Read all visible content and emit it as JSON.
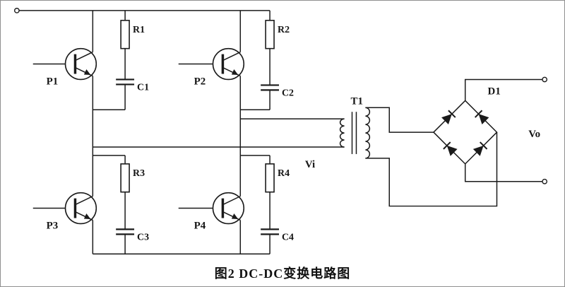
{
  "figure": {
    "caption": "图2  DC-DC变换电路图"
  },
  "labels": {
    "transistors": {
      "p1": "P1",
      "p2": "P2",
      "p3": "P3",
      "p4": "P4"
    },
    "resistors": {
      "r1": "R1",
      "r2": "R2",
      "r3": "R3",
      "r4": "R4"
    },
    "capacitors": {
      "c1": "C1",
      "c2": "C2",
      "c3": "C3",
      "c4": "C4"
    },
    "transformer": "T1",
    "diode_bridge": "D1",
    "input_voltage": "Vi",
    "output_voltage": "Vo"
  },
  "colors": {
    "wire": "#1a1a1a",
    "background": "#ffffff",
    "border": "#8f8f8f"
  }
}
